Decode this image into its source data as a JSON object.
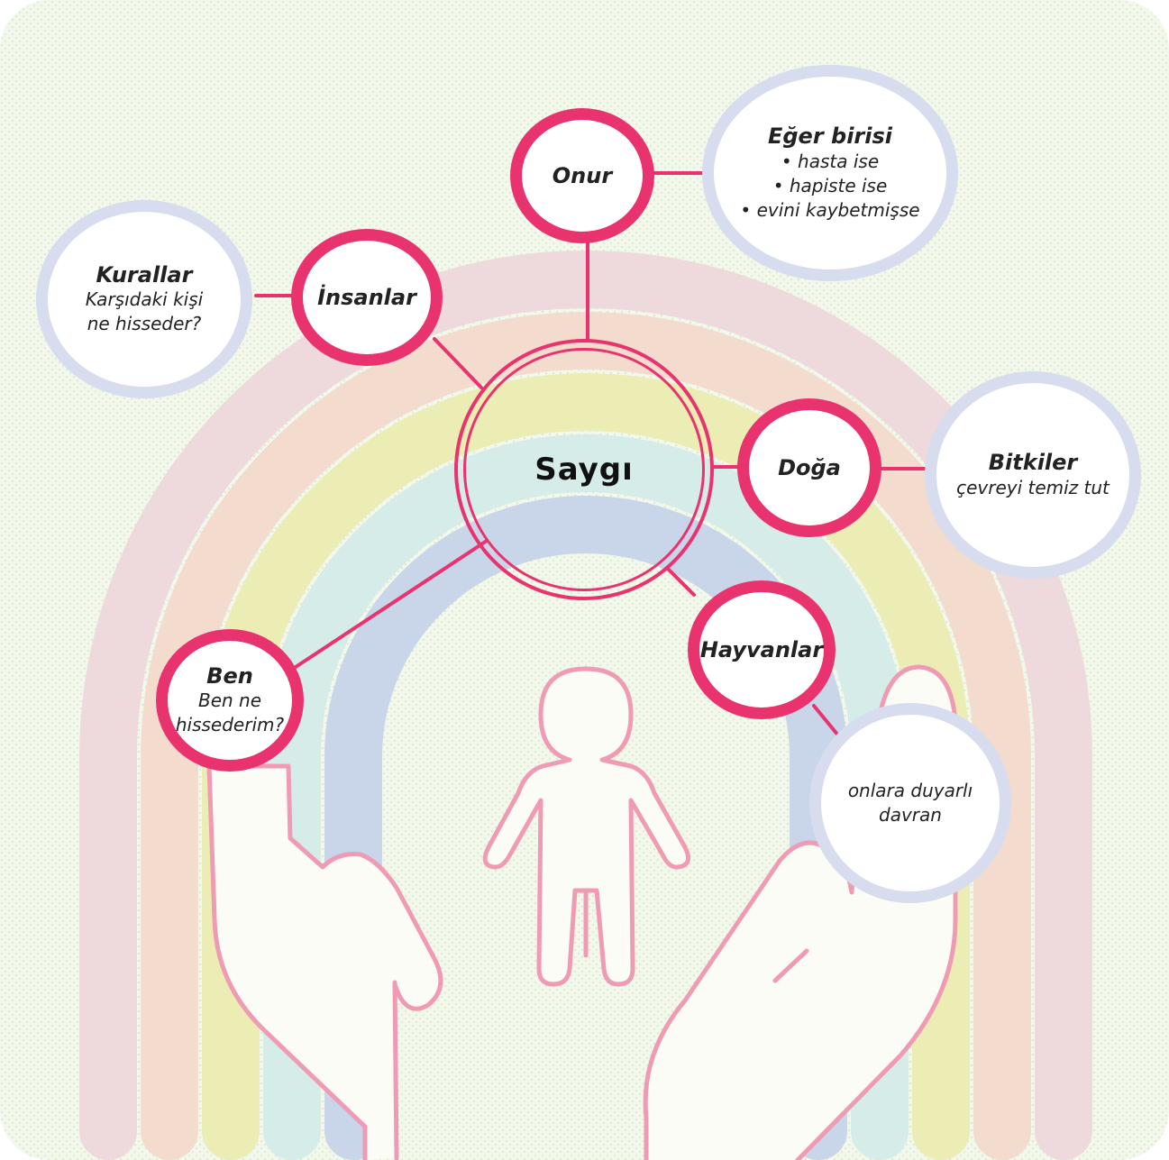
{
  "colors": {
    "accent_pink": "#e8336e",
    "lavender": "#d7dcef",
    "figure_pink": "#ef9bb4",
    "rainbow": [
      "#eed9dc",
      "#f3dcce",
      "#ecedb5",
      "#d6ece9",
      "#c9d5e9"
    ]
  },
  "center": {
    "label": "Saygı"
  },
  "nodes": {
    "onur": {
      "label": "Onur"
    },
    "insanlar": {
      "label": "İnsanlar"
    },
    "doga": {
      "label": "Doğa"
    },
    "hayvanlar": {
      "label": "Hayvanlar"
    },
    "ben": {
      "title": "Ben",
      "line1": "Ben ne",
      "line2": "hissederim?"
    }
  },
  "notes": {
    "eger": {
      "title": "Eğer birisi",
      "items": [
        "• hasta ise",
        "• hapiste ise",
        "• evini kaybetmişse"
      ]
    },
    "kurallar": {
      "title": "Kurallar",
      "line1": "Karşıdaki kişi",
      "line2": "ne hisseder?"
    },
    "bitkiler": {
      "title": "Bitkiler",
      "line1": "çevreyi temiz tut"
    },
    "onlara": {
      "line1": "onlara duyarlı",
      "line2": "davran"
    }
  }
}
